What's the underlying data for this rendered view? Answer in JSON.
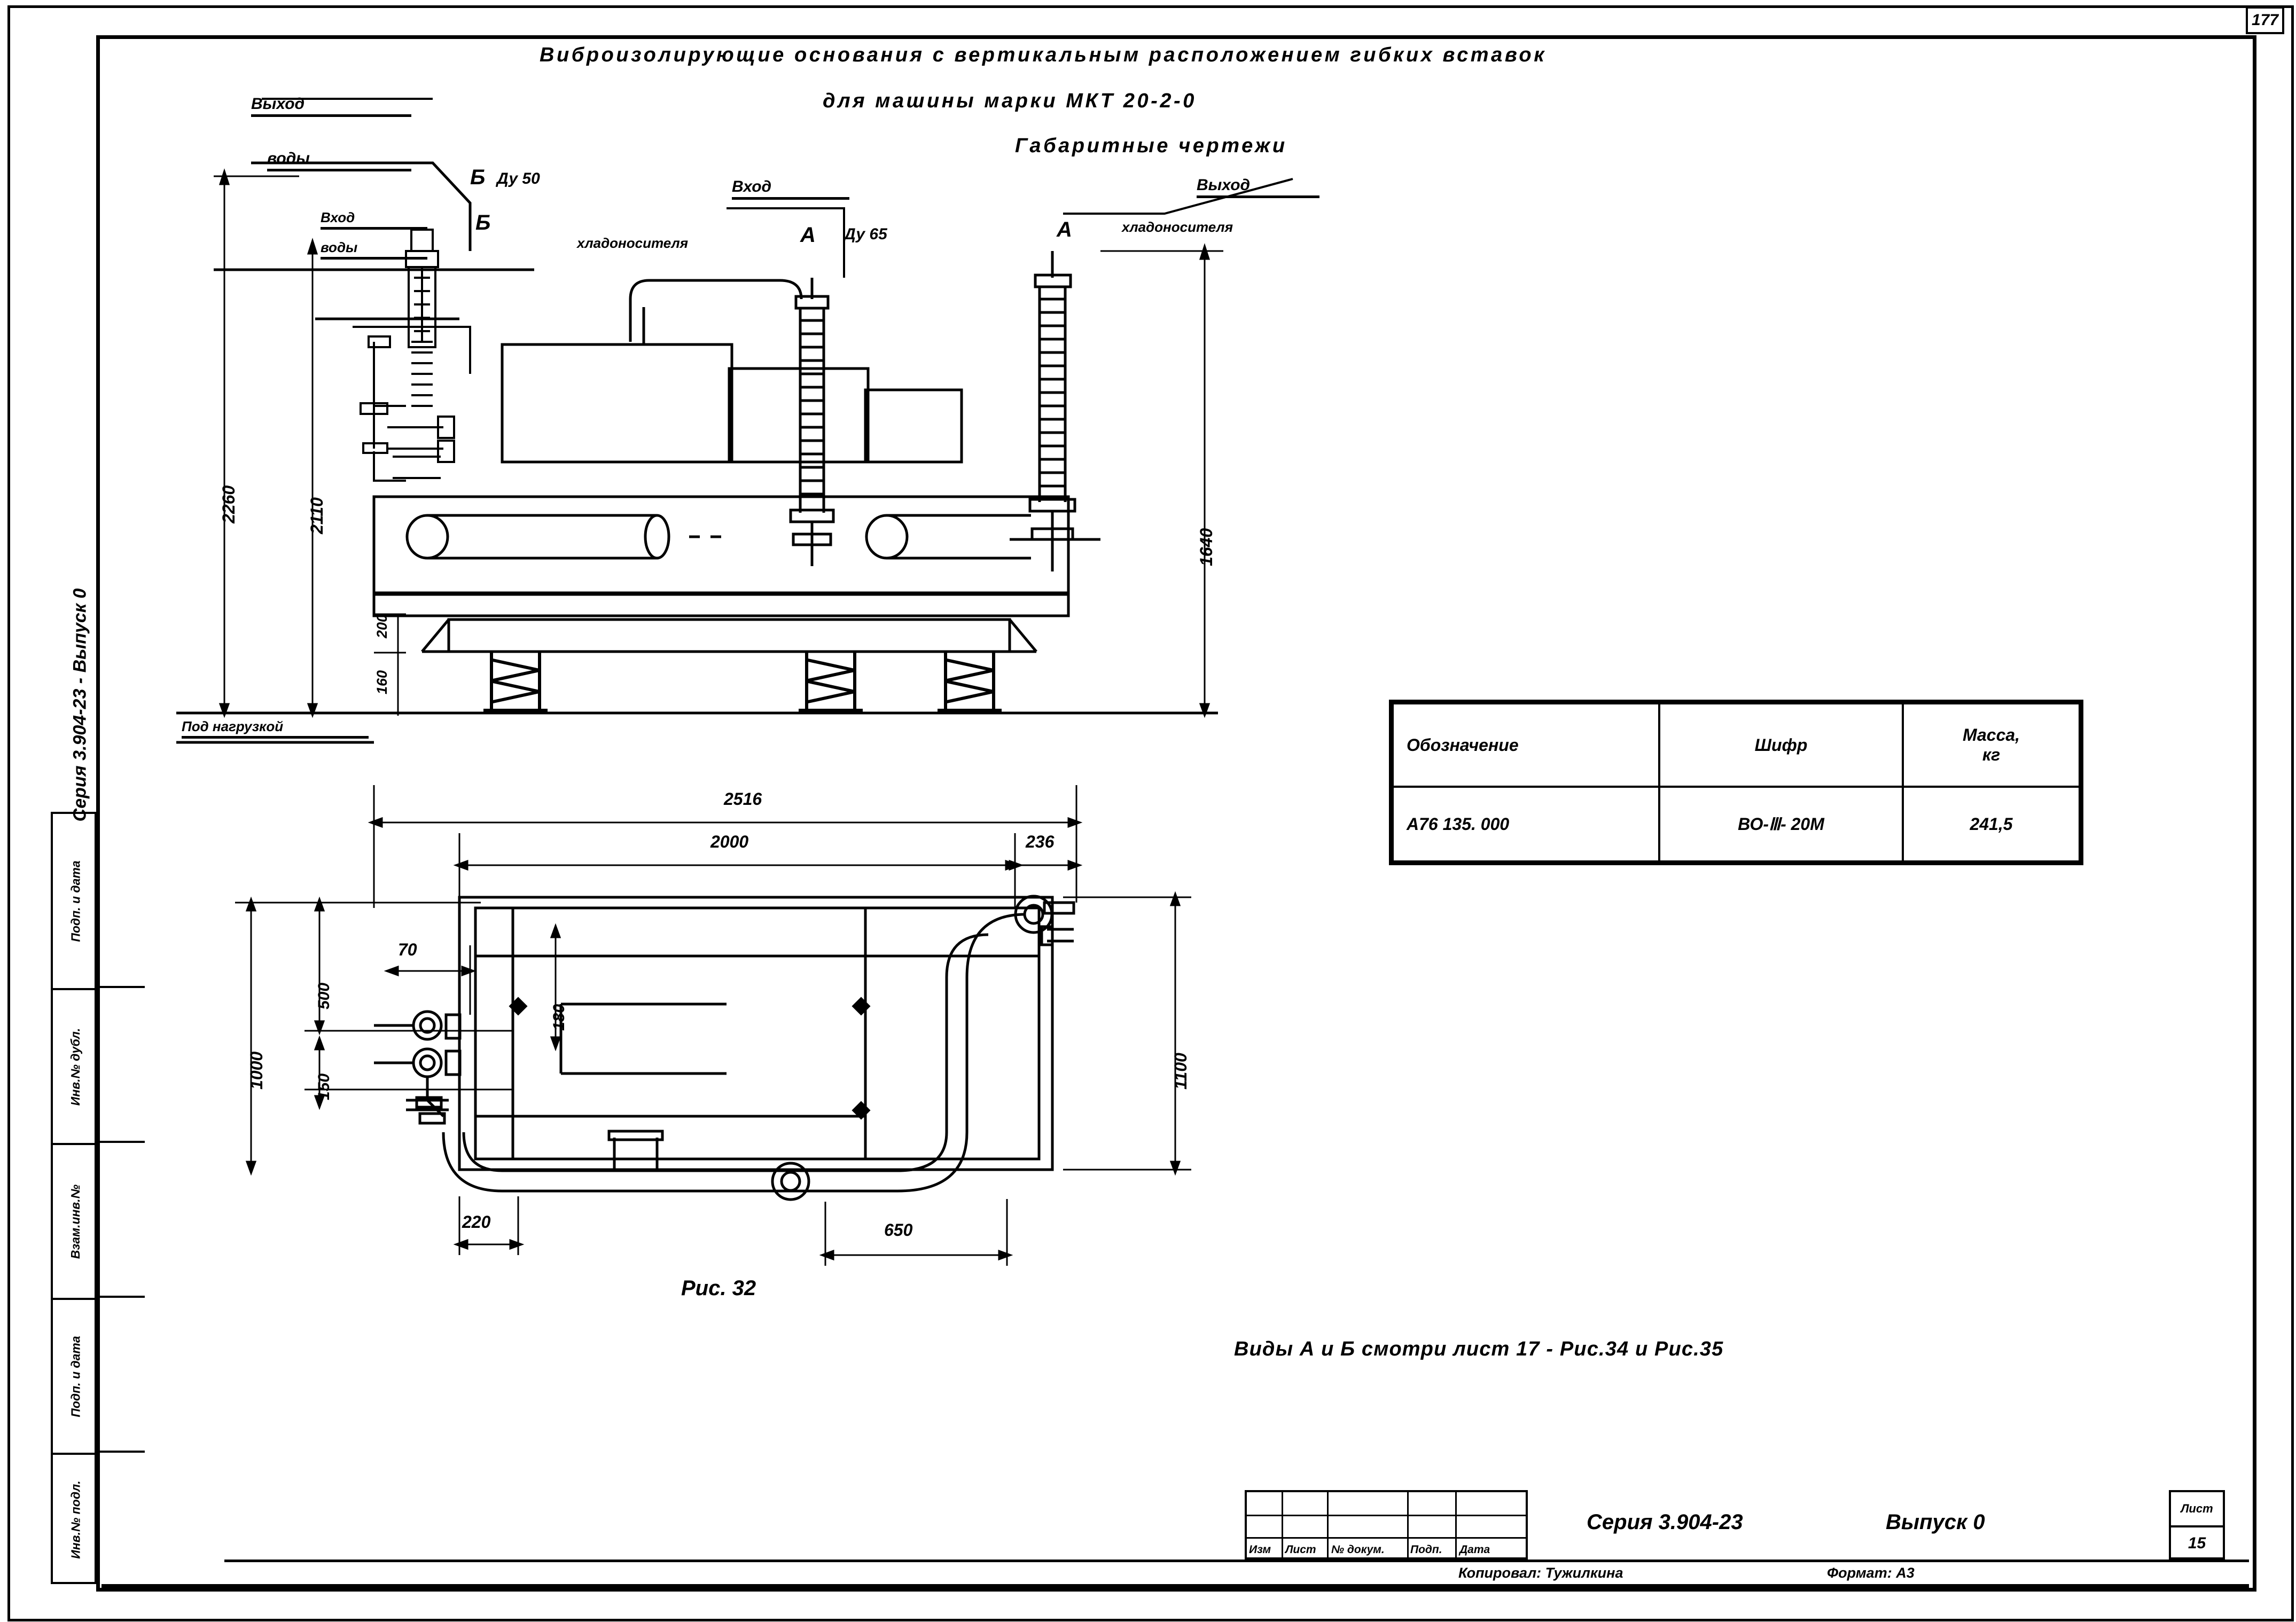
{
  "sheet": {
    "page_number": "177",
    "series_vertical": "Серия 3.904-23 - Выпуск 0",
    "stamp_column": [
      "Подп. и дата",
      "Инв.№ дубл.",
      "Взам.инв.№",
      "Подп. и дата",
      "Инв.№ подл."
    ]
  },
  "titles": {
    "line1": "Виброизолирующие   основания   с вертикальным расположением гибких вставок",
    "line2": "для   машины   марки   МКТ 20-2-0",
    "line3": "Габаритные   чертежи"
  },
  "elevation": {
    "labels": {
      "water_out_1": "Выход",
      "water_out_2": "воды",
      "water_out_mark": "Б",
      "water_out_dn": "Ду 50",
      "water_in_1": "Вход",
      "water_in_2": "воды",
      "water_in_mark": "Б",
      "coolant_in_1": "Вход",
      "coolant_in_2": "хладоносителя",
      "coolant_in_mark": "А",
      "coolant_in_dn": "Ду 65",
      "coolant_out_1": "Выход",
      "coolant_out_2": "хладоносителя",
      "coolant_out_mark": "А",
      "under_load": "Под нагрузкой"
    },
    "dimensions": {
      "h_total": "2260",
      "h_frame": "2110",
      "h_right": "1640",
      "h_160": "160",
      "h_200": "200"
    }
  },
  "plan": {
    "dimensions": {
      "overall_len": "2516",
      "len_2000": "2000",
      "len_236": "236",
      "width_1000": "1000",
      "w_500": "500",
      "w_150": "150",
      "off_70": "70",
      "off_180": "180",
      "width_1100": "1100",
      "off_220": "220",
      "off_650": "650"
    },
    "figure_caption": "Рис. 32"
  },
  "spec_table": {
    "headers": [
      "Обозначение",
      "Шифр",
      "Масса,\nкг"
    ],
    "header_mass_l1": "Масса,",
    "header_mass_l2": "кг",
    "rows": [
      {
        "designation": "А76 135. 000",
        "code": "ВО-Ⅲ- 20М",
        "mass": "241,5"
      }
    ]
  },
  "notes": {
    "views_note": "Виды  А и Б смотри  лист 17 - Рис.34  и  Рис.35"
  },
  "title_block": {
    "rev_headers": [
      "Изм",
      "Лист",
      "№ докум.",
      "Подп.",
      "Дата"
    ],
    "series": "Серия 3.904-23",
    "issue": "Выпуск 0",
    "copied_by": "Копировал: Тужилкина",
    "format": "Формат:  А3",
    "sheet_label": "Лист",
    "sheet_number": "15"
  }
}
